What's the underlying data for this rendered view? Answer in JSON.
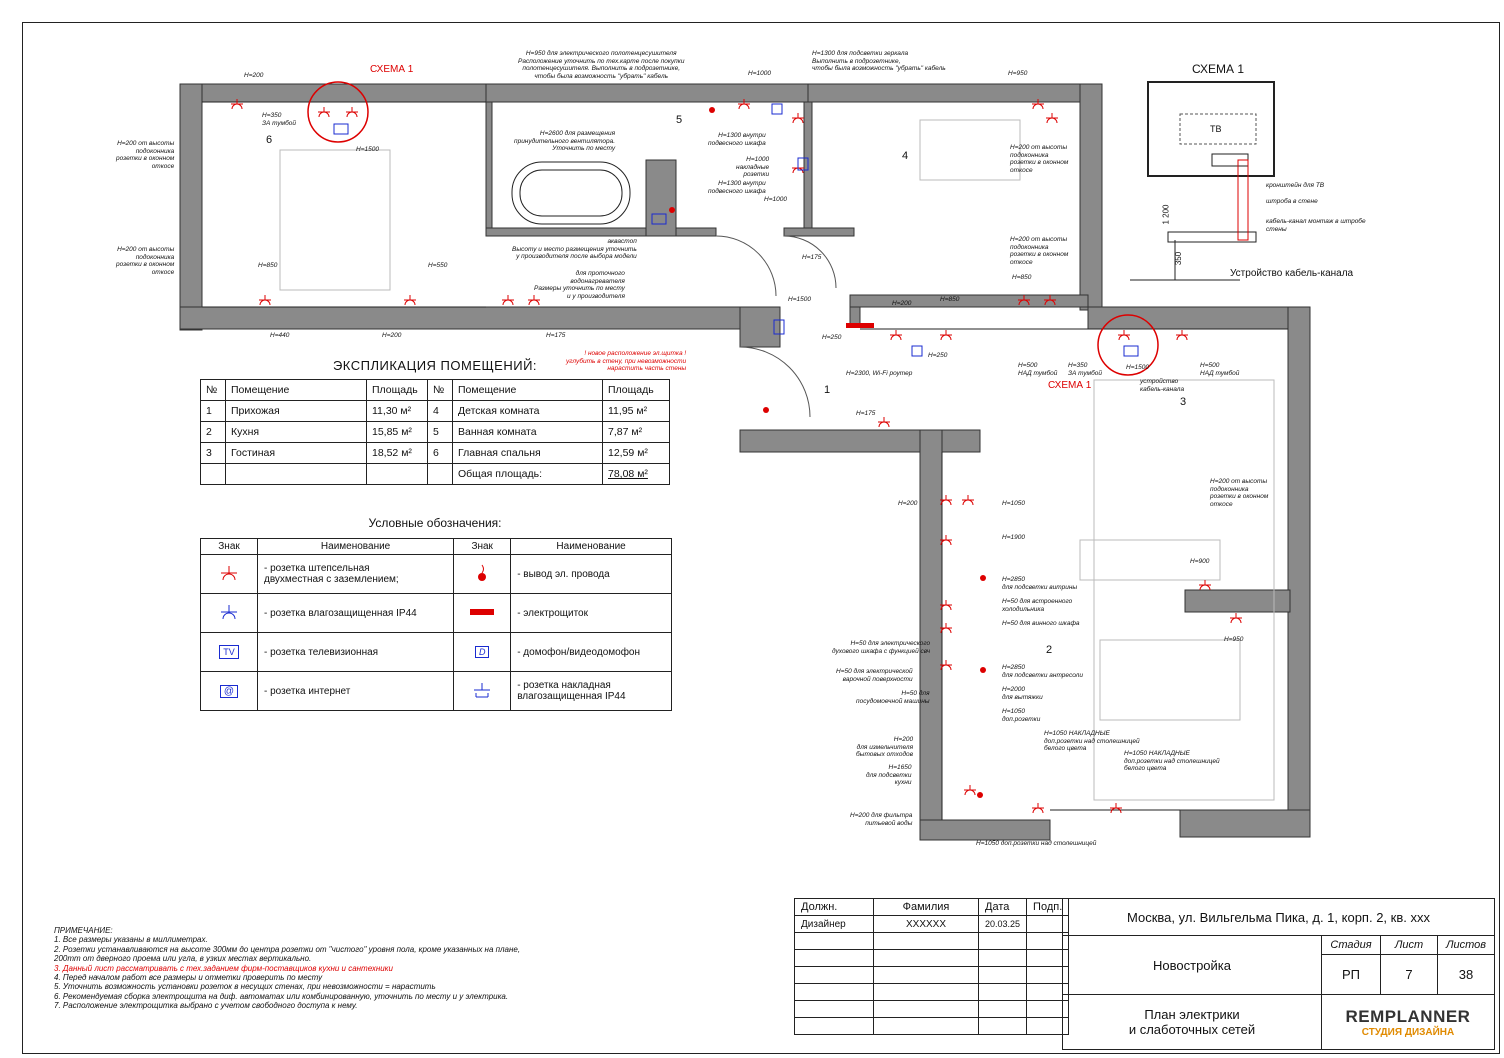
{
  "scheme_labels": {
    "top_left": "СХЕМА 1",
    "center": "СХЕМА 1",
    "detail_title": "СХЕМА 1"
  },
  "room_numbers": [
    "6",
    "5",
    "4",
    "1",
    "3",
    "2"
  ],
  "detail": {
    "tv": "ТВ",
    "bracket": "кронштейн для ТВ",
    "groove": "штроба в стене",
    "channel": "кабель-канал монтаж в штробе стены",
    "caption": "Устройство кабель-канала",
    "dim_1200": "1 200",
    "dim_350": "350"
  },
  "annotations": {
    "a1": "H=200",
    "a2": "H=350\nЗА тумбой",
    "a3": "H=1500",
    "a4": "H=200 от высоты\nподоконника\nрозетки в оконном\nоткосе",
    "a5": "H=200 от высоты\nподоконника\nрозетки в оконном\nоткосе",
    "a6": "H=850",
    "a7": "H=550",
    "a8": "H=440",
    "a9": "H=200",
    "a10": "H=175",
    "a11": "H=950 для электрического полотенцесушителя\nРасположение уточнить по тех.карте после покупки\nполотенцесушителя. Выполнить в подрозетнике,\nчтобы была возможность \"убрать\" кабель",
    "a12": "H=1000",
    "a13": "H=2600 для размещения\nпринудительного вентилятора.\nУточнить по месту",
    "a14": "H=1300 для подсветки зеркала\nВыполнить в подрозетнике,\nчтобы была возможность \"убрать\" кабель",
    "a15": "H=1300 внутри\nподвесного шкафа",
    "a16": "H=1000\nнакладные\nрозетки",
    "a17": "H=1300 внутри\nподвесного шкафа",
    "a18": "H=1000",
    "a19": "аквастоп\nВысоту и место размещения уточнить\nу производителя после выбора модели",
    "a20": "для проточного\nводонагревателя\nРазмеры уточнить по месту\nи у производителя",
    "a21": "H=175",
    "a22": "H=950",
    "a23": "H=200 от высоты\nподоконника\nрозетки в оконном\nоткосе",
    "a24": "H=200 от высоты\nподоконника\nрозетки в оконном\nоткосе",
    "a25": "H=850",
    "a26": "H=200",
    "a27": "H=850",
    "a28": "H=1500",
    "a29": "H=250",
    "a30": "H=250",
    "a31": "H=2300, Wi-Fi роутер",
    "a32": "H=500\nНАД тумбой",
    "a33": "H=350\nЗА тумбой",
    "a34": "H=1500",
    "a35": "устройство\nкабель-канала",
    "a36": "H=500\nНАД тумбой",
    "a37": "! новое расположение эл.щитка !\nуглубить в стену, при невозможности\nнарастить часть стены",
    "a38": "H=175",
    "a39": "H=1050",
    "a40": "H=200",
    "a41": "H=1900",
    "a42": "H=900",
    "a43": "H=200 от высоты\nподоконника\nрозетки в оконном\nоткосе",
    "a44": "H=2850\nдля подсветки витрины",
    "a45": "H=50 для встроенного\nхолодильника",
    "a46": "H=50 для винного шкафа",
    "a47": "H=50 для электрического\nдухового шкафа с функцией свч",
    "a48": "H=50 для электрической\nварочной поверхности",
    "a49": "H=50 для\nпосудомоечной машины",
    "a50": "H=2850\nдля подсветки антресоли",
    "a51": "H=2000\nдля вытяжки",
    "a52": "H=1050\nдоп.розетки",
    "a53": "H=1050 НАКЛАДНЫЕ\nдоп.розетки над столешницей\nбелого цвета",
    "a54": "H=1050 НАКЛАДНЫЕ\nдоп.розетки над столешницей\nбелого цвета",
    "a55": "H=200\nдля измельчителя\nбытовых отходов",
    "a56": "H=1650\nдля подсветки\nкухни",
    "a57": "H=200 для фильтра\nпитьевой воды",
    "a58": "H=1050 доп.розетки над столешницей",
    "a59": "H=950"
  },
  "explication": {
    "title": "ЭКСПЛИКАЦИЯ ПОМЕЩЕНИЙ:",
    "headers": [
      "№",
      "Помещение",
      "Площадь",
      "№",
      "Помещение",
      "Площадь"
    ],
    "rows": [
      [
        "1",
        "Прихожая",
        "11,30 м²",
        "4",
        "Детская комната",
        "11,95 м²"
      ],
      [
        "2",
        "Кухня",
        "15,85 м²",
        "5",
        "Ванная комната",
        "7,87 м²"
      ],
      [
        "3",
        "Гостиная",
        "18,52 м²",
        "6",
        "Главная спальня",
        "12,59 м²"
      ]
    ],
    "total_label": "Общая площадь:",
    "total_value": "78,08 м²"
  },
  "legend": {
    "title": "Условные обозначения:",
    "headers": [
      "Знак",
      "Наименование",
      "Знак",
      "Наименование"
    ],
    "rows": [
      {
        "left": "- розетка штепсельная\nдвухместная с заземлением;",
        "right": "- вывод эл. провода"
      },
      {
        "left": "- розетка влагозащищенная IP44",
        "right": "- электрощиток"
      },
      {
        "left": "- розетка телевизионная",
        "right": "- домофон/видеодомофон"
      },
      {
        "left": "- розетка интернет",
        "right": "- розетка накладная\nвлагозащищенная IP44"
      }
    ],
    "sign_tv": "TV",
    "sign_net": "@",
    "sign_d": "D"
  },
  "notes": [
    "ПРИМЕЧАНИЕ:",
    "1. Все размеры указаны в миллиметрах.",
    "2. Розетки устанавливаются на высоте 300мм до центра розетки от \"чистого\" уровня пола, кроме указанных на плане,",
    "200mm от дверного проема или угла, в узких местах вертикально.",
    "3. Данный лист рассматривать с тех.заданием фирм-поставщиков кухни и сантехники",
    "4. Перед началом работ все размеры и отметки проверить по месту",
    "5. Уточнить возможность установки розеток в несущих стенах, при невозможности = нарастить",
    "6. Рекомендуемая сборка электрощита на диф. автоматах или комбинированную, уточнить по месту и у электрика.",
    "7. Расположение электрощитка выбрано с учетом свободного доступа к нему."
  ],
  "stamp": {
    "headers": [
      "Должн.",
      "Фамилия",
      "Дата",
      "Подп."
    ],
    "row": [
      "Дизайнер",
      "XXXXXX",
      "20.03.25",
      ""
    ],
    "address": "Москва, ул. Вильгельма Пика, д. 1, корп. 2, кв. xxx",
    "object": "Новостройка",
    "stage_h": "Стадия",
    "sheet_h": "Лист",
    "sheets_h": "Листов",
    "stage": "РП",
    "sheet": "7",
    "sheets": "38",
    "title": "План электрики\nи слаботочных сетей",
    "logo": "REMPLANNER",
    "logo_sub": "СТУДИЯ ДИЗАЙНА"
  },
  "colors": {
    "wall": "#8a8a8a",
    "red": "#d00",
    "blue": "#1a2bd0"
  }
}
